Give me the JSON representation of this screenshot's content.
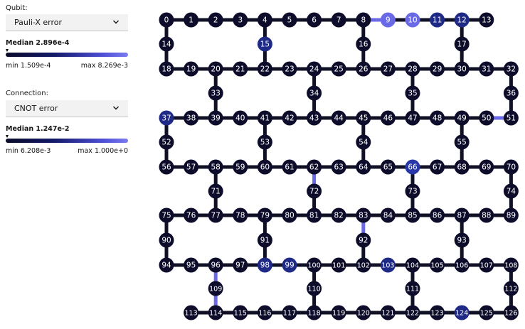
{
  "qubit_section": {
    "label": "Qubit:",
    "select_value": "Pauli-X error",
    "median": "Median 2.896e-4",
    "min": "min 1.509e-4",
    "max": "max 8.269e-3",
    "median_position": 0.0
  },
  "connection_section": {
    "label": "Connection:",
    "select_value": "CNOT error",
    "median": "Median 1.247e-2",
    "min": "min 6.208e-3",
    "max": "max 1.000e+0",
    "median_position": 0.0
  },
  "colors": {
    "node_default": "#0d0d2b",
    "edge_default": "#111125",
    "node_text": "#ffffff",
    "highlight_mid": "#1f2a86",
    "highlight_light": "#6a6ae6"
  },
  "graph": {
    "rows": [
      [
        0,
        1,
        2,
        3,
        4,
        5,
        6,
        7,
        8,
        9,
        10,
        11,
        12,
        13
      ],
      [
        18,
        19,
        20,
        21,
        22,
        23,
        24,
        25,
        26,
        27,
        28,
        29,
        30,
        31,
        32
      ],
      [
        37,
        38,
        39,
        40,
        41,
        42,
        43,
        44,
        45,
        46,
        47,
        48,
        49,
        50,
        51
      ],
      [
        56,
        57,
        58,
        59,
        60,
        61,
        62,
        63,
        64,
        65,
        66,
        67,
        68,
        69,
        70
      ],
      [
        75,
        76,
        77,
        78,
        79,
        80,
        81,
        82,
        83,
        84,
        85,
        86,
        87,
        88,
        89
      ],
      [
        94,
        95,
        96,
        97,
        98,
        99,
        100,
        101,
        102,
        103,
        104,
        105,
        106,
        107,
        108
      ],
      [
        113,
        114,
        115,
        116,
        117,
        118,
        119,
        120,
        121,
        122,
        123,
        124,
        125,
        126
      ]
    ],
    "connectors": [
      [
        14,
        15,
        16,
        17
      ],
      [
        33,
        34,
        35,
        36
      ],
      [
        52,
        53,
        54,
        55
      ],
      [
        71,
        72,
        73,
        74
      ],
      [
        90,
        91,
        92,
        93
      ],
      [
        109,
        110,
        111,
        112
      ]
    ],
    "highlight_nodes": {
      "9": "#6a6ae6",
      "10": "#6a6ae6",
      "11": "#1f2a86",
      "12": "#1f2a86",
      "15": "#1f2a86",
      "37": "#1f2a86",
      "66": "#2a37a8",
      "98": "#1f2a86",
      "99": "#1f2a86",
      "103": "#1f2a86",
      "124": "#1f2a86"
    },
    "highlight_edges": [
      [
        8,
        9,
        "#6a6ae6"
      ],
      [
        50,
        51,
        "#6a6ae6"
      ],
      [
        62,
        72,
        "#6a6ae6"
      ],
      [
        83,
        92,
        "#6a6ae6"
      ],
      [
        96,
        109,
        "#6a6ae6"
      ],
      [
        109,
        114,
        "#6a6ae6"
      ]
    ]
  }
}
